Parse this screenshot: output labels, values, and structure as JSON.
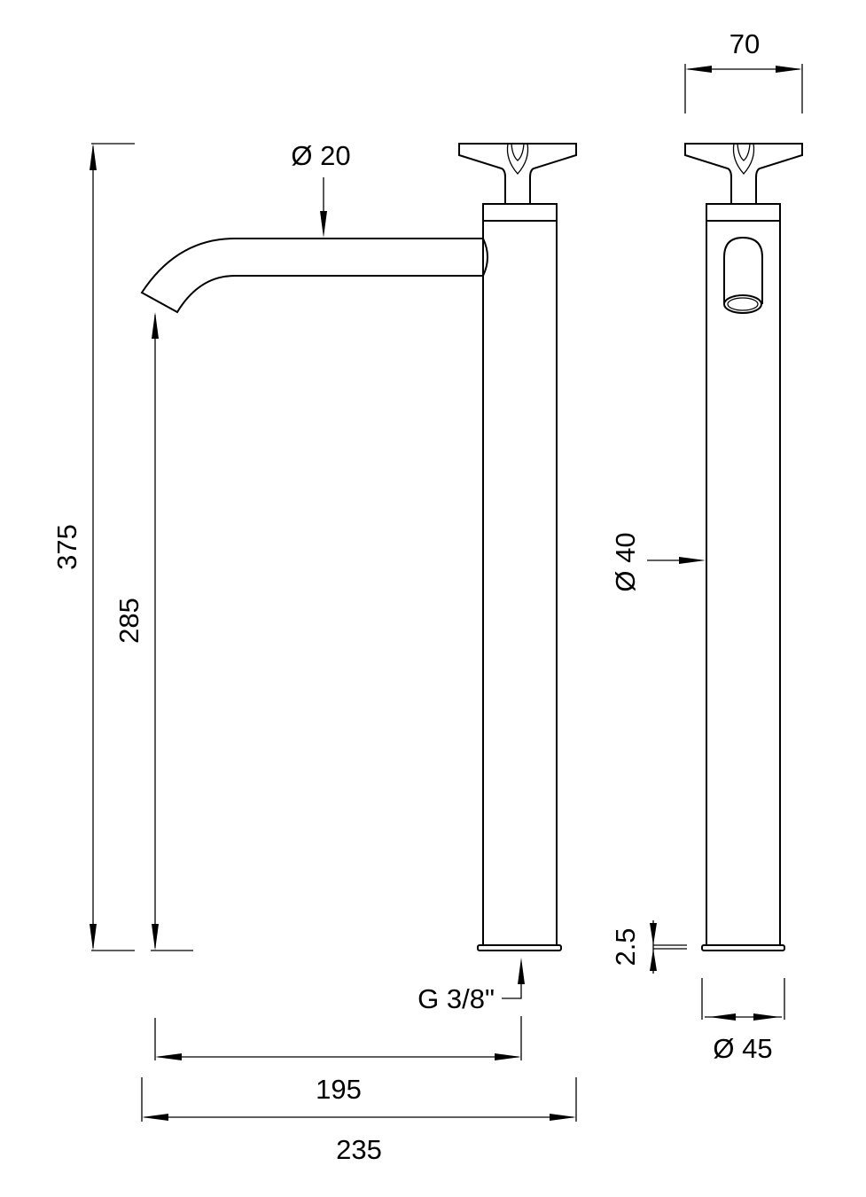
{
  "dimensions": {
    "total_height": "375",
    "spout_height": "285",
    "spout_diameter": "Ø 20",
    "connection": "G 3/8\"",
    "spout_reach": "195",
    "total_depth": "235",
    "handle_width": "70",
    "body_diameter": "Ø 40",
    "base_thickness": "2.5",
    "base_diameter": "Ø 45"
  }
}
